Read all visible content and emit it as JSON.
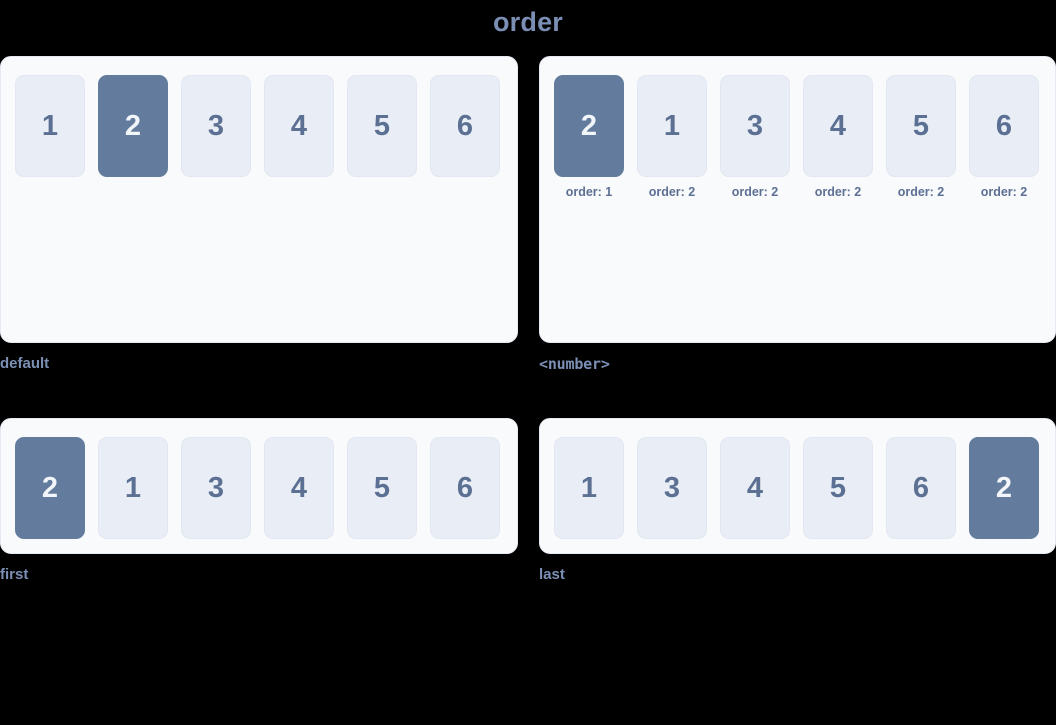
{
  "title": "order",
  "colors": {
    "background": "#000000",
    "card_background": "#f9fafc",
    "card_border": "#e5e9f2",
    "item_background": "#e9edf5",
    "item_text": "#5b7093",
    "highlight_background": "#637b9c",
    "highlight_text": "#f2f5fa",
    "label_text": "#7b8fb5",
    "sublabel_text": "#5d7094"
  },
  "demos": [
    {
      "label": "default",
      "label_is_code": false,
      "items": [
        {
          "value": "1",
          "highlight": false,
          "sublabel": ""
        },
        {
          "value": "2",
          "highlight": true,
          "sublabel": ""
        },
        {
          "value": "3",
          "highlight": false,
          "sublabel": ""
        },
        {
          "value": "4",
          "highlight": false,
          "sublabel": ""
        },
        {
          "value": "5",
          "highlight": false,
          "sublabel": ""
        },
        {
          "value": "6",
          "highlight": false,
          "sublabel": ""
        }
      ]
    },
    {
      "label": "<number>",
      "label_is_code": true,
      "items": [
        {
          "value": "2",
          "highlight": true,
          "sublabel": "order: 1"
        },
        {
          "value": "1",
          "highlight": false,
          "sublabel": "order: 2"
        },
        {
          "value": "3",
          "highlight": false,
          "sublabel": "order: 2"
        },
        {
          "value": "4",
          "highlight": false,
          "sublabel": "order: 2"
        },
        {
          "value": "5",
          "highlight": false,
          "sublabel": "order: 2"
        },
        {
          "value": "6",
          "highlight": false,
          "sublabel": "order: 2"
        }
      ]
    },
    {
      "label": "first",
      "label_is_code": false,
      "items": [
        {
          "value": "2",
          "highlight": true,
          "sublabel": ""
        },
        {
          "value": "1",
          "highlight": false,
          "sublabel": ""
        },
        {
          "value": "3",
          "highlight": false,
          "sublabel": ""
        },
        {
          "value": "4",
          "highlight": false,
          "sublabel": ""
        },
        {
          "value": "5",
          "highlight": false,
          "sublabel": ""
        },
        {
          "value": "6",
          "highlight": false,
          "sublabel": ""
        }
      ]
    },
    {
      "label": "last",
      "label_is_code": false,
      "items": [
        {
          "value": "1",
          "highlight": false,
          "sublabel": ""
        },
        {
          "value": "3",
          "highlight": false,
          "sublabel": ""
        },
        {
          "value": "4",
          "highlight": false,
          "sublabel": ""
        },
        {
          "value": "5",
          "highlight": false,
          "sublabel": ""
        },
        {
          "value": "6",
          "highlight": false,
          "sublabel": ""
        },
        {
          "value": "2",
          "highlight": true,
          "sublabel": ""
        }
      ]
    }
  ]
}
